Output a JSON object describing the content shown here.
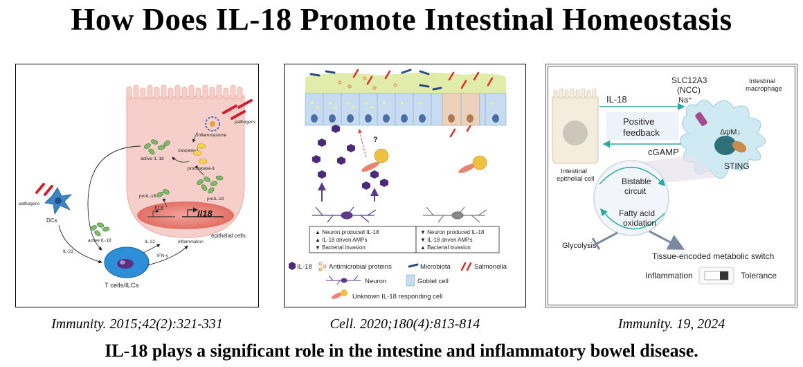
{
  "title": "How Does IL-18 Promote Intestinal Homeostasis",
  "caption": "IL-18 plays a significant role in the intestine and inflammatory bowel disease.",
  "colors": {
    "epithelium": "#f6c9c4",
    "nucleus": "#e4746a",
    "tcell": "#2d8fd8",
    "macrophage": "#cfeaf2",
    "teal": "#2aa9a1",
    "il18_purple": "#4a2a7a"
  },
  "panels": [
    {
      "citation": "Immunity. 2015;42(2):321-331",
      "labels": {
        "pathogens_top": "pathogens",
        "inflammasome": "inflammasome",
        "caspase1": "caspase-1",
        "active_il18_top": "active IL-18",
        "procaspase1": "procaspase-1",
        "proil18_left": "proIL-18",
        "proil18_right": "proIL-18",
        "il18_small": "Il18",
        "il18_big": "Il18",
        "epithelial_cells": "epithelial cells",
        "pathogens_left": "pathogens",
        "dcs": "DCs",
        "active_il18_bottom": "active IL-18",
        "il23": "IL-23",
        "il22": "IL-22",
        "ifn_gamma": "IFN-γ",
        "inflammation": "inflammation",
        "tcells": "T cells/ILCs"
      }
    },
    {
      "citation": "Cell. 2020;180(4):813-814",
      "labels": {
        "question": "?",
        "box_left": [
          "Neuron produced IL-18",
          "IL-18 driven AMPs",
          "Bacterial invasion"
        ],
        "box_right": [
          "Neuron produced IL-18",
          "IL-18 driven AMPs",
          "Bacterial invasion"
        ],
        "legend_il18": "IL-18",
        "legend_amp": "Antimicrobial proteins",
        "legend_microbiota": "Microbiota",
        "legend_salmonella": "Salmonella",
        "legend_neuron": "Neuron",
        "legend_goblet": "Goblet cell",
        "legend_unknown": "Unknown IL-18 responding cell"
      }
    },
    {
      "citation": "Immunity. 19, 2024",
      "labels": {
        "il18": "IL-18",
        "transporter": "SLC12A3",
        "transporter_sub": "(NCC)",
        "sodium": "Na⁺",
        "macrophage": "Intestinal",
        "macrophage2": "macrophage",
        "positive": "Positive",
        "feedback": "feedback",
        "cgamp": "cGAMP",
        "delta_psi": "ΔψM↓",
        "sting": "STING",
        "epithelial": "Intestinal",
        "epithelial2": "epithelial cell",
        "bistable": "Bistable",
        "circuit": "circuit",
        "fatty_acid": "Fatty acid",
        "oxidation": "oxidation",
        "glycolysis": "Glycolysis",
        "switch": "Tissue-encoded metabolic switch",
        "inflammation": "Inflammation",
        "tolerance": "Tolerance"
      }
    }
  ]
}
